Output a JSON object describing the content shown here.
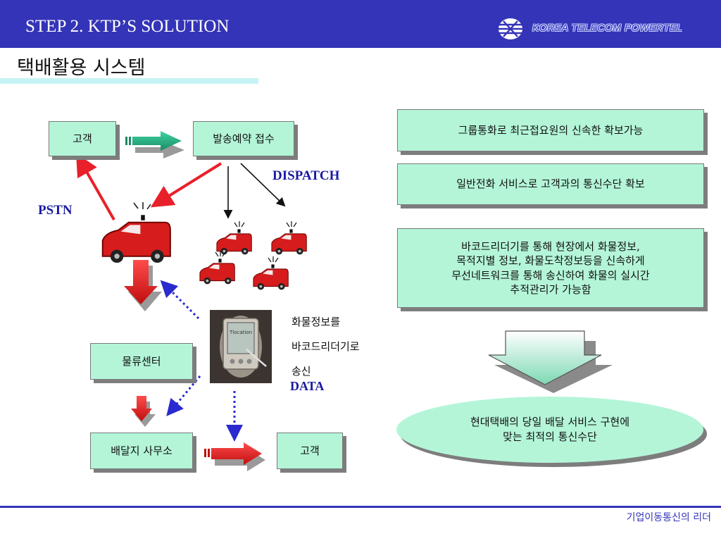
{
  "header": {
    "title": "STEP 2. KTP’S SOLUTION",
    "company": "KOREA TELECOM POWERTEL",
    "brand_color": "#3434b8"
  },
  "page": {
    "subtitle": "택배활용 시스템"
  },
  "diagram": {
    "nodes": {
      "customer_top": "고객",
      "reservation": "발송예약 접수",
      "logistics_center": "물류센터",
      "delivery_office": "배달지 사무소",
      "customer_bottom": "고객"
    },
    "labels": {
      "pstn": "PSTN",
      "dispatch": "DISPATCH",
      "cargo_line1": "화물정보를",
      "cargo_line2": "바코드리더기로",
      "cargo_line3": "송신",
      "data": "DATA"
    }
  },
  "benefits": {
    "item1": "그룹통화로 최근접요원의 신속한  확보가능",
    "item2": "일반전화 서비스로 고객과의 통신수단 확보",
    "item3_line1": "바코드리더기를 통해 현장에서 화물정보,",
    "item3_line2": "목적지별 정보, 화물도착정보등을 신속하게",
    "item3_line3": "무선네트워크를 통해 송신하여 화물의 실시간",
    "item3_line4": "추적관리가 가능함",
    "conclusion_line1": "현대택배의 당일 배달 서비스 구현에",
    "conclusion_line2": "맞는 최적의 통신수단"
  },
  "footer": {
    "slogan": "기업이동통신의 리더"
  },
  "colors": {
    "box_fill": "#b4f5d8",
    "accent_red": "#e8202a",
    "accent_green": "#2db88a",
    "subtitle_bar": "#c6f4f6"
  }
}
